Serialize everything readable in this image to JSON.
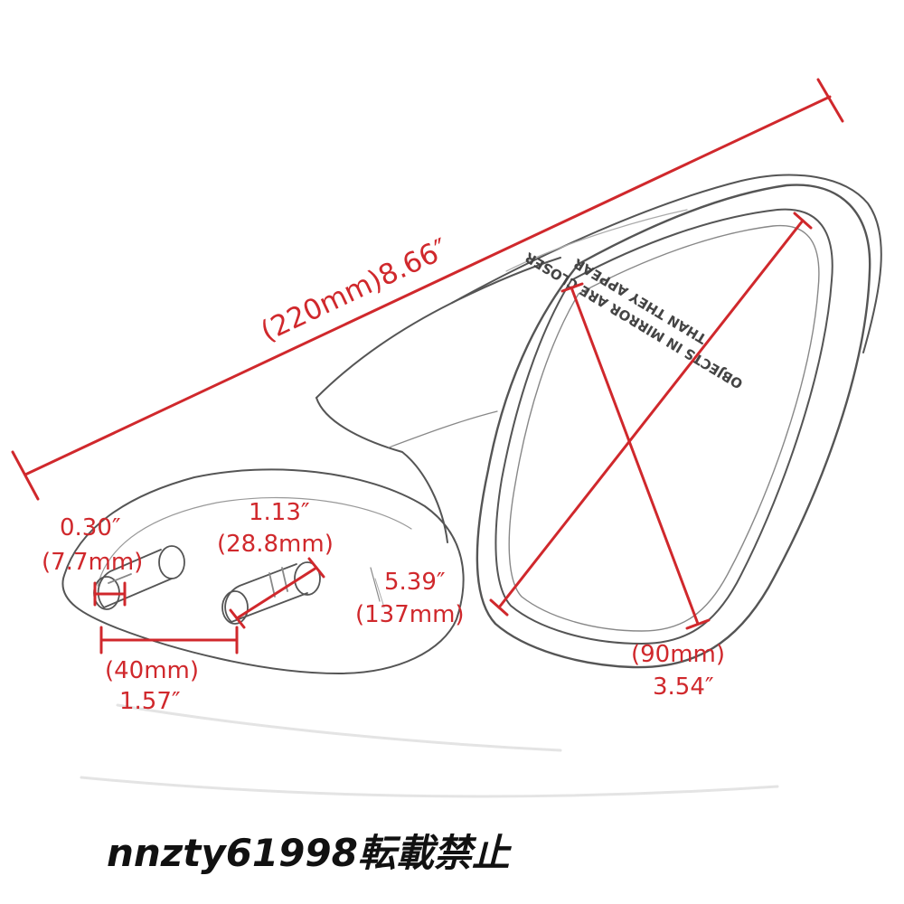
{
  "diagram": {
    "mirror_warning": {
      "line1": "OBJECTS IN MIRROR ARE CLOSER",
      "line2": "THAN THEY APPEAR"
    },
    "dimensions": {
      "overall_length": "(220mm)8.66″",
      "bolt_diameter_in": "0.30″",
      "bolt_diameter_mm": "(7.7mm)",
      "bolt_length_in": "1.13″",
      "bolt_length_mm": "(28.8mm)",
      "glass_diagonal_in": "5.39″",
      "glass_diagonal_mm": "(137mm)",
      "glass_width_mm": "(90mm)",
      "glass_width_in": "3.54″",
      "bolt_spacing_mm": "(40mm)",
      "bolt_spacing_in": "1.57″"
    },
    "watermark": "nnzty61998転載禁止",
    "colors": {
      "dimension": "#d0282c",
      "outline": "#555555"
    }
  }
}
